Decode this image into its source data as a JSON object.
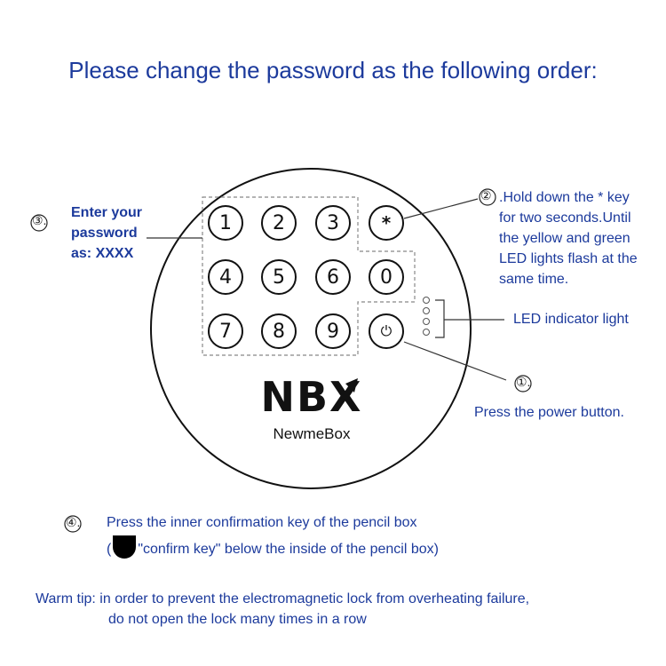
{
  "title": "Please change the password as the following order:",
  "step3": {
    "marker": "③.",
    "lines": [
      "Enter your",
      "password",
      "as: XXXX"
    ]
  },
  "step2": {
    "marker": "②",
    "lines": [
      ".Hold down the * key",
      " for two seconds.Until",
      "the yellow and green",
      "LED lights flash at the",
      "same time."
    ]
  },
  "led_label": "LED indicator light",
  "step1": {
    "marker": "①.",
    "text": "Press the power button."
  },
  "keypad": {
    "keys": [
      "1",
      "2",
      "3",
      "*",
      "4",
      "5",
      "6",
      "0",
      "7",
      "8",
      "9",
      "⏻"
    ]
  },
  "brand": {
    "logo": "NBX",
    "name": "NewmeBox"
  },
  "step4": {
    "marker": "④.",
    "line1": "Press the inner confirmation key of the pencil box",
    "line2_open": "(",
    "line2_rest": "\"confirm key\" below the inside of the pencil box)"
  },
  "tip": {
    "line1": "Warm tip: in order to prevent the electromagnetic lock from overheating failure,",
    "line2": "do not open the lock many times in a row"
  }
}
